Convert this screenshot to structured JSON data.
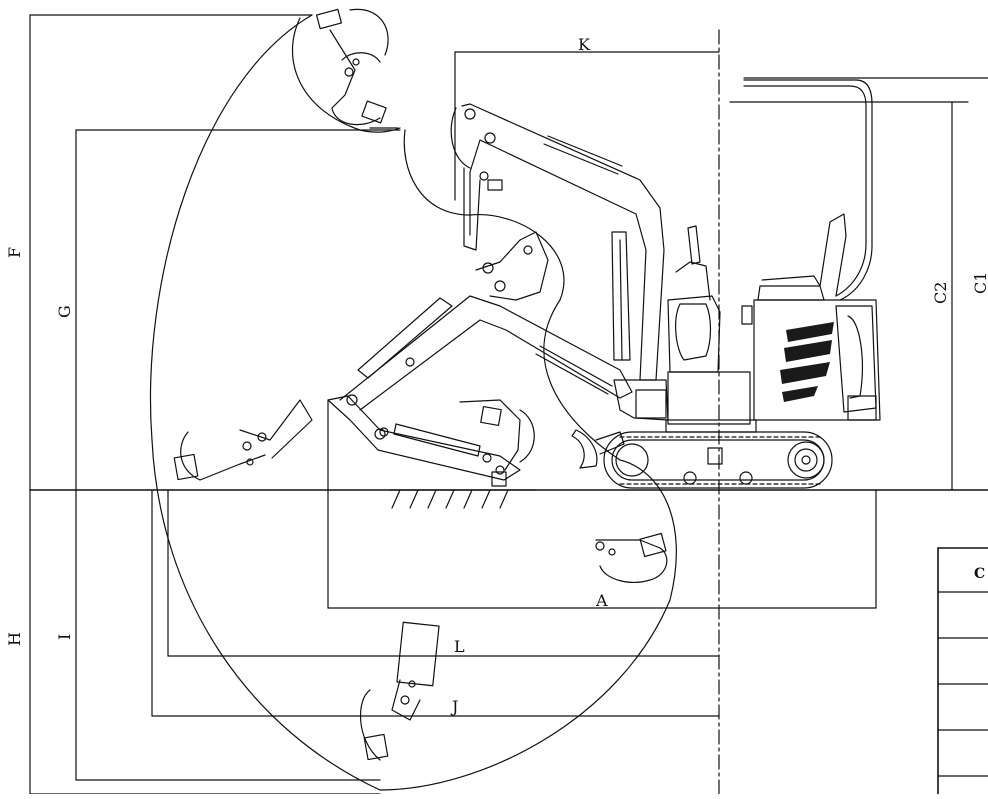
{
  "colors": {
    "line": "#111111",
    "background": "#ffffff",
    "decal": "#1a1a1a"
  },
  "dimension_labels": {
    "A": "A",
    "C1": "C1",
    "C2": "C2",
    "F": "F",
    "G": "G",
    "H": "H",
    "I": "I",
    "J": "J",
    "K": "K",
    "L": "L"
  },
  "spec_table": {
    "header_partial": "C"
  }
}
